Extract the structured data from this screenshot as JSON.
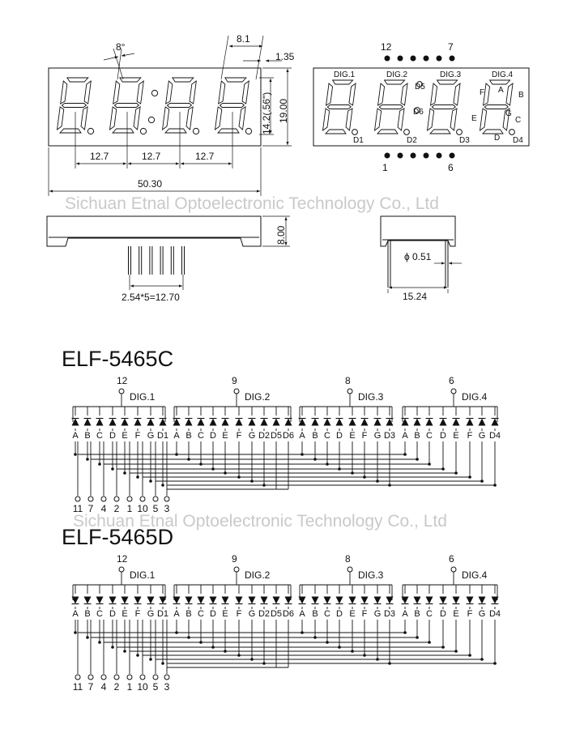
{
  "watermark": "Sichuan Etnal Optoelectronic Technology Co., Ltd",
  "front_view": {
    "angle": "8°",
    "digit_width": "8.1",
    "segment_width": "1.35",
    "digit_height": "14.2(.56\")",
    "height": "19.00",
    "pitch_1": "12.7",
    "pitch_2": "12.7",
    "pitch_3": "12.7",
    "width": "50.30"
  },
  "labeled_view": {
    "pin_top_left": "12",
    "pin_top_right": "7",
    "pin_bottom_left": "1",
    "pin_bottom_right": "6",
    "dig1": "DIG.1",
    "dig2": "DIG.2",
    "dig3": "DIG.3",
    "dig4": "DIG.4",
    "seg_a": "A",
    "seg_b": "B",
    "seg_c": "C",
    "seg_d": "D",
    "seg_e": "E",
    "seg_f": "F",
    "seg_g": "G",
    "d1": "D1",
    "d2": "D2",
    "d3": "D3",
    "d4": "D4",
    "d5": "D5",
    "d6": "D6"
  },
  "side_view": {
    "depth": "8.00",
    "pin_pitch": "2.54*5=12.70"
  },
  "end_view": {
    "pin_diameter": "0.51",
    "diameter_symbol": "ϕ",
    "row_spacing": "15.24"
  },
  "circuits": [
    {
      "title": "ELF-5465C",
      "type": "cathode",
      "digits": [
        {
          "label": "DIG.1",
          "pin": "12",
          "segments": [
            "A",
            "B",
            "C",
            "D",
            "E",
            "F",
            "G",
            "D1"
          ]
        },
        {
          "label": "DIG.2",
          "pin": "9",
          "segments": [
            "A",
            "B",
            "C",
            "D",
            "E",
            "F",
            "G",
            "D2",
            "D5",
            "D6"
          ]
        },
        {
          "label": "DIG.3",
          "pin": "8",
          "segments": [
            "A",
            "B",
            "C",
            "D",
            "E",
            "F",
            "G",
            "D3"
          ]
        },
        {
          "label": "DIG.4",
          "pin": "6",
          "segments": [
            "A",
            "B",
            "C",
            "D",
            "E",
            "F",
            "G",
            "D4"
          ]
        }
      ],
      "bottom_pins": [
        "11",
        "7",
        "4",
        "2",
        "1",
        "10",
        "5",
        "3"
      ]
    },
    {
      "title": "ELF-5465D",
      "type": "anode",
      "digits": [
        {
          "label": "DIG.1",
          "pin": "12",
          "segments": [
            "A",
            "B",
            "C",
            "D",
            "E",
            "F",
            "G",
            "D1"
          ]
        },
        {
          "label": "DIG.2",
          "pin": "9",
          "segments": [
            "A",
            "B",
            "C",
            "D",
            "E",
            "F",
            "G",
            "D2",
            "D5",
            "D6"
          ]
        },
        {
          "label": "DIG.3",
          "pin": "8",
          "segments": [
            "A",
            "B",
            "C",
            "D",
            "E",
            "F",
            "G",
            "D3"
          ]
        },
        {
          "label": "DIG.4",
          "pin": "6",
          "segments": [
            "A",
            "B",
            "C",
            "D",
            "E",
            "F",
            "G",
            "D4"
          ]
        }
      ],
      "bottom_pins": [
        "11",
        "7",
        "4",
        "2",
        "1",
        "10",
        "5",
        "3"
      ]
    }
  ]
}
